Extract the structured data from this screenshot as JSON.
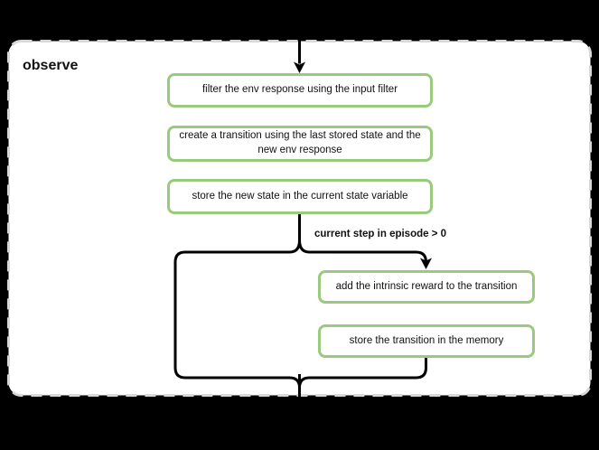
{
  "diagram": {
    "group_title": "observe",
    "condition_label": "current step in episode > 0",
    "nodes": [
      {
        "id": "filter-response",
        "label": "filter the env response using the input filter"
      },
      {
        "id": "create-transition",
        "label": "create a transition using the last stored state and the\nnew env response"
      },
      {
        "id": "store-state",
        "label": "store the new state in the current state variable"
      },
      {
        "id": "add-intrinsic-reward",
        "label": "add the intrinsic reward to the transition"
      },
      {
        "id": "store-transition",
        "label": "store the transition in the memory"
      }
    ],
    "colors": {
      "canvas_bg": "#000000",
      "panel_bg": "#ffffff",
      "panel_border": "#d8d8d8",
      "node_border": "#9aca7d",
      "edge": "#000000",
      "text": "#111111"
    }
  }
}
